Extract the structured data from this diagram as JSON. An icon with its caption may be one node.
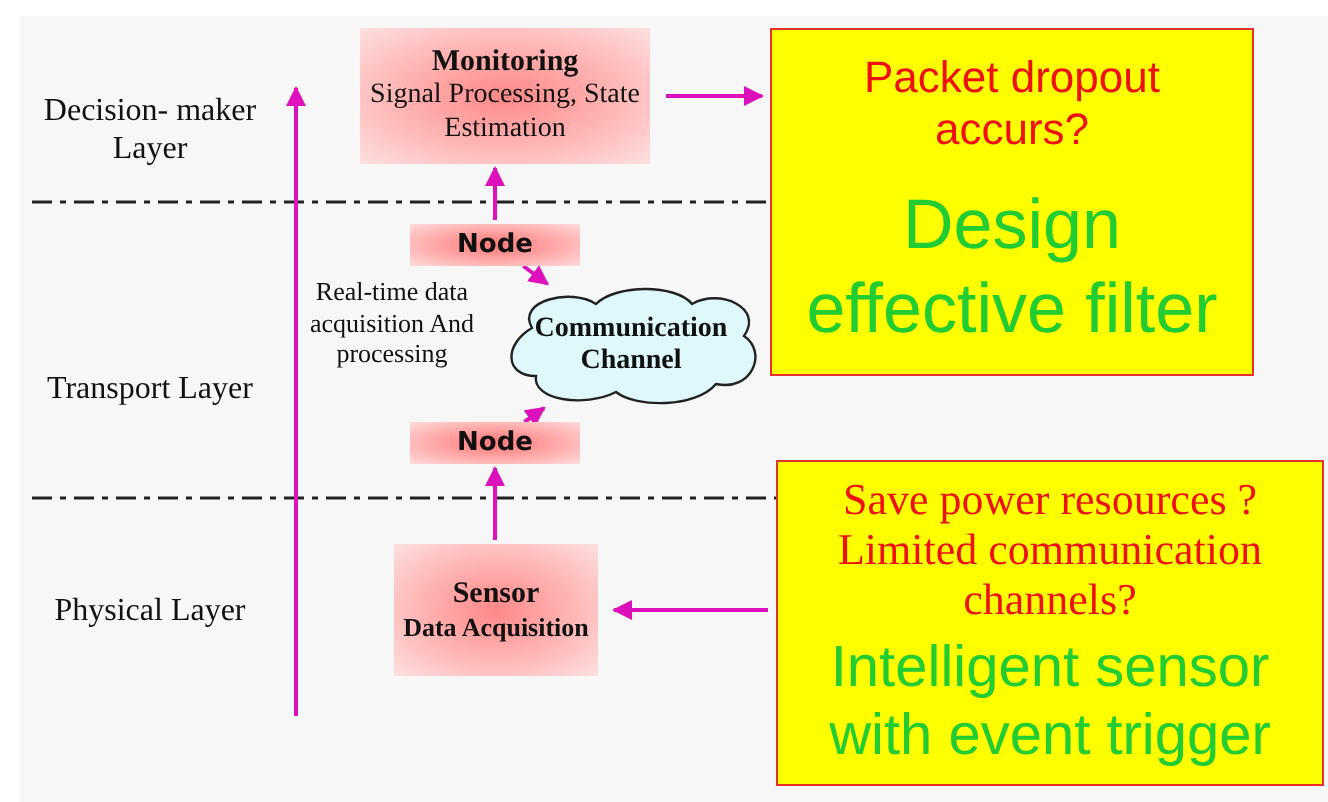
{
  "diagram": {
    "nodes": [
      {
        "text": [
          "Monitoring",
          "Signal Processing, State Estimation"
        ]
      },
      {
        "text": [
          "Node"
        ]
      },
      {
        "text": [
          "Communication Channel"
        ]
      },
      {
        "text": [
          "Node"
        ]
      },
      {
        "text": [
          "Sensor",
          "Data Acquisition"
        ]
      },
      {
        "text": [
          "Packet dropout accurs?",
          "Design effective filter"
        ]
      },
      {
        "text": [
          "Save power resources ? Limited communication channels?",
          "Intelligent sensor with event trigger"
        ]
      }
    ],
    "edges": [
      {
        "from": 1,
        "to": 0,
        "arrow": "to"
      },
      {
        "from": 1,
        "to": 2,
        "arrow": "to"
      },
      {
        "from": 3,
        "to": 2,
        "arrow": "to"
      },
      {
        "from": 4,
        "to": 3,
        "arrow": "to"
      },
      {
        "from": 0,
        "to": 5,
        "arrow": "to"
      },
      {
        "from": 6,
        "to": 4,
        "arrow": "to"
      }
    ],
    "labels": [
      "Decision- maker Layer",
      "Transport Layer",
      "Physical Layer",
      "Real-time data acquisition And processing"
    ]
  }
}
